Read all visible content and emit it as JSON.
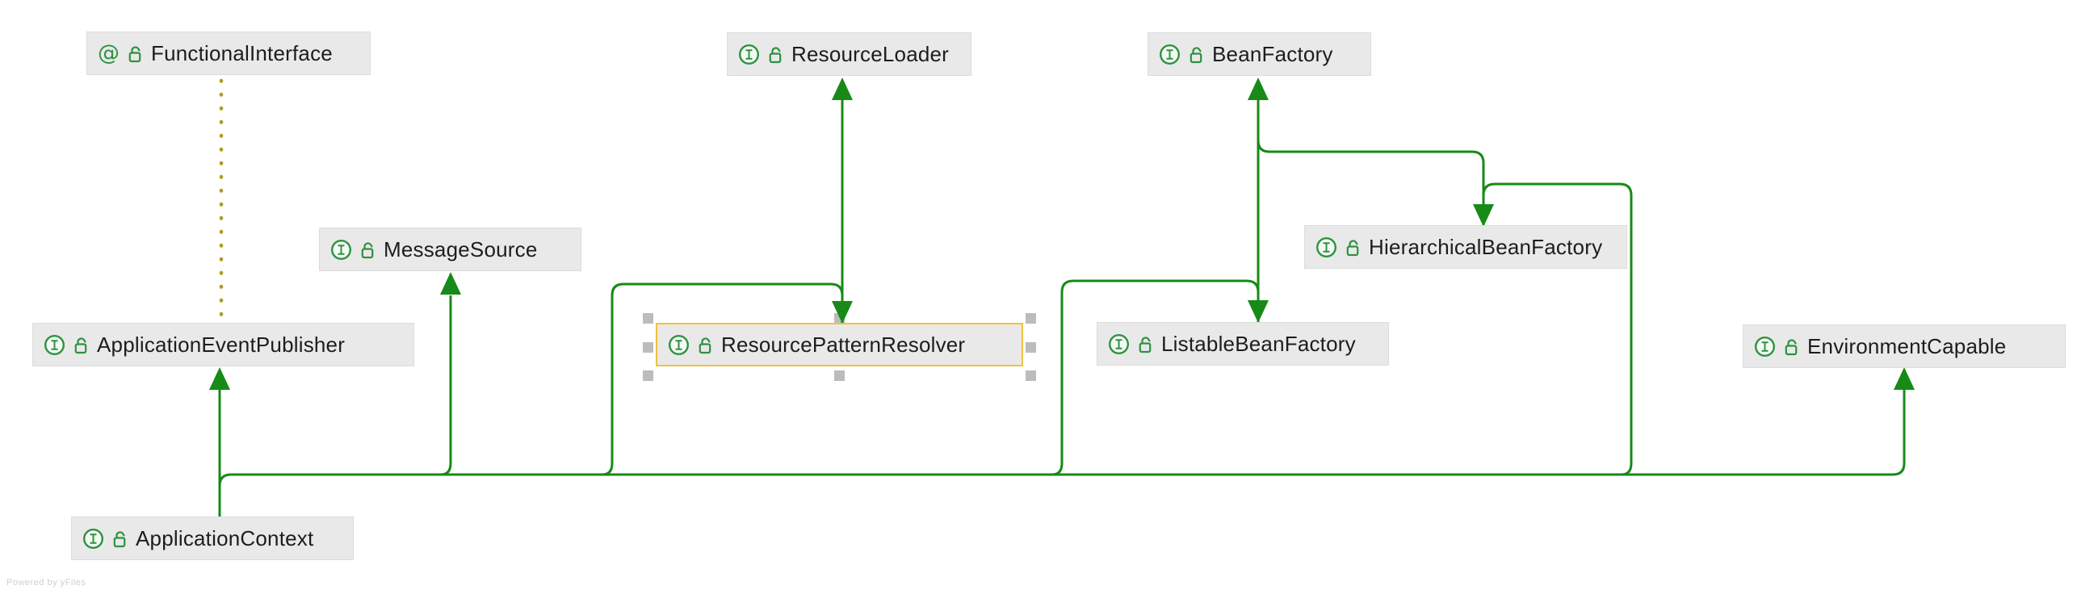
{
  "diagram": {
    "watermark": "Powered by yFiles",
    "colors": {
      "edge_green": "#178a17",
      "annotation_edge_yellow": "#ad9c1e",
      "icon_green": "#2f9142",
      "node_fill": "#e9e9e9",
      "selection_gold": "#eec33c",
      "handle_gray": "#bcbcbc",
      "text": "#1d1d1d"
    },
    "icons": {
      "annotation_glyph": "@",
      "interface_glyph": "I"
    },
    "nodes": [
      {
        "id": "functional-interface",
        "label": "FunctionalInterface",
        "kind": "annotation",
        "selected": false
      },
      {
        "id": "resource-loader",
        "label": "ResourceLoader",
        "kind": "interface",
        "selected": false
      },
      {
        "id": "bean-factory",
        "label": "BeanFactory",
        "kind": "interface",
        "selected": false
      },
      {
        "id": "message-source",
        "label": "MessageSource",
        "kind": "interface",
        "selected": false
      },
      {
        "id": "hierarchical-bean-factory",
        "label": "HierarchicalBeanFactory",
        "kind": "interface",
        "selected": false
      },
      {
        "id": "application-event-publisher",
        "label": "ApplicationEventPublisher",
        "kind": "interface",
        "selected": false
      },
      {
        "id": "resource-pattern-resolver",
        "label": "ResourcePatternResolver",
        "kind": "interface",
        "selected": true
      },
      {
        "id": "listable-bean-factory",
        "label": "ListableBeanFactory",
        "kind": "interface",
        "selected": false
      },
      {
        "id": "environment-capable",
        "label": "EnvironmentCapable",
        "kind": "interface",
        "selected": false
      },
      {
        "id": "application-context",
        "label": "ApplicationContext",
        "kind": "interface",
        "selected": false
      }
    ],
    "edges": [
      {
        "from": "ApplicationContext",
        "to": "ApplicationEventPublisher",
        "type": "extends"
      },
      {
        "from": "ApplicationEventPublisher",
        "to": "FunctionalInterface",
        "type": "annotated-with"
      },
      {
        "from": "ApplicationContext",
        "to": "MessageSource",
        "type": "extends"
      },
      {
        "from": "ApplicationContext",
        "to": "ResourcePatternResolver",
        "type": "extends"
      },
      {
        "from": "ResourcePatternResolver",
        "to": "ResourceLoader",
        "type": "extends"
      },
      {
        "from": "ApplicationContext",
        "to": "ListableBeanFactory",
        "type": "extends"
      },
      {
        "from": "ListableBeanFactory",
        "to": "BeanFactory",
        "type": "extends"
      },
      {
        "from": "HierarchicalBeanFactory",
        "to": "BeanFactory",
        "type": "extends"
      },
      {
        "from": "ApplicationContext",
        "to": "HierarchicalBeanFactory",
        "type": "extends"
      },
      {
        "from": "ApplicationContext",
        "to": "EnvironmentCapable",
        "type": "extends"
      }
    ]
  }
}
